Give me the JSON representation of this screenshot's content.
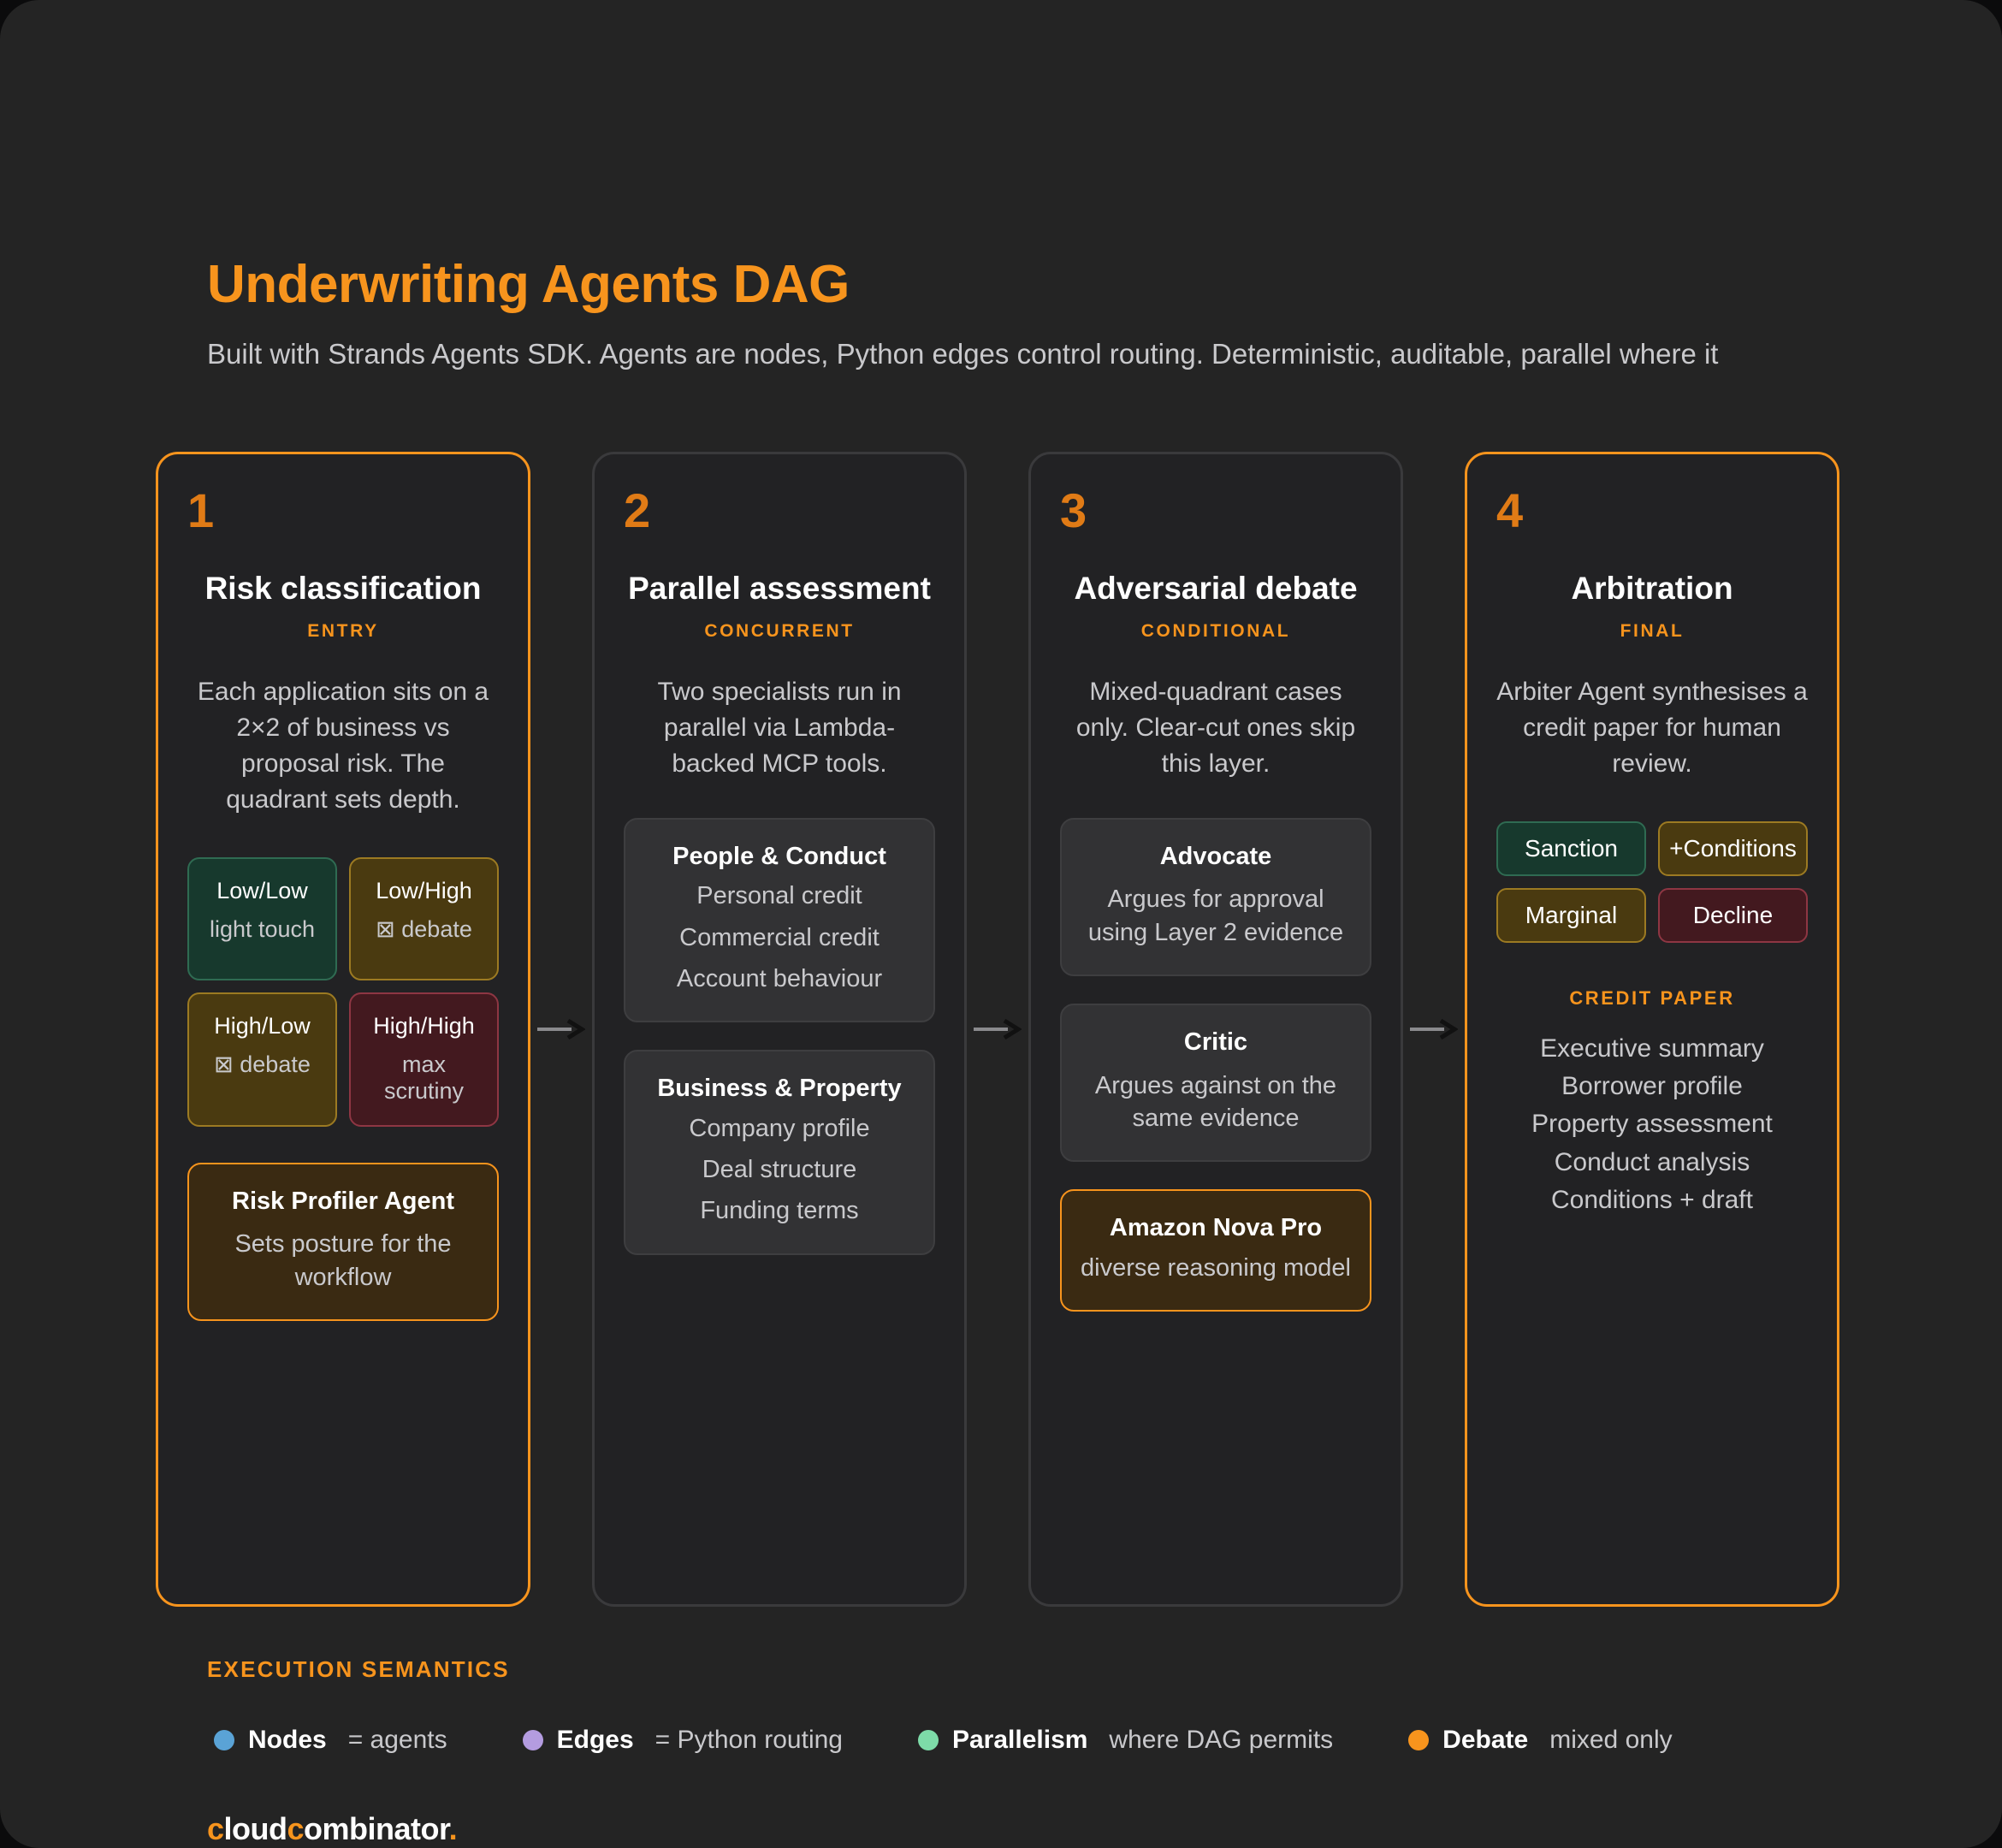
{
  "header": {
    "title": "Underwriting Agents DAG",
    "subtitle": "Built with Strands Agents SDK. Agents are nodes, Python edges control routing. Deterministic, auditable, parallel where it"
  },
  "colors": {
    "accent": "#f7941d",
    "background": "#242424",
    "card": "#323234",
    "green": "#17392d",
    "amber": "#4a3a10",
    "red": "#43191f",
    "node_dot": "#5aa3d6",
    "edge_dot": "#b49ce0",
    "parallel_dot": "#7ddba8",
    "debate_dot": "#f7941d"
  },
  "columns": [
    {
      "number": "1",
      "title": "Risk classification",
      "tag": "ENTRY",
      "description": "Each application sits on a 2×2 of business vs proposal risk. The quadrant sets depth.",
      "quadrants": [
        {
          "name": "Low/Low",
          "sub": "light touch",
          "style": "q-green"
        },
        {
          "name": "Low/High",
          "sub": "⊠ debate",
          "style": "q-amber"
        },
        {
          "name": "High/Low",
          "sub": "⊠ debate",
          "style": "q-olive"
        },
        {
          "name": "High/High",
          "sub": "max scrutiny",
          "style": "q-red"
        }
      ],
      "agent_card": {
        "title": "Risk Profiler Agent",
        "body": "Sets posture for the workflow"
      }
    },
    {
      "number": "2",
      "title": "Parallel assessment",
      "tag": "CONCURRENT",
      "description": "Two specialists run in parallel via Lambda-backed MCP tools.",
      "cards": [
        {
          "title": "People & Conduct",
          "lines": [
            "Personal credit",
            "Commercial credit",
            "Account behaviour"
          ]
        },
        {
          "title": "Business & Property",
          "lines": [
            "Company profile",
            "Deal structure",
            "Funding terms"
          ]
        }
      ]
    },
    {
      "number": "3",
      "title": "Adversarial debate",
      "tag": "CONDITIONAL",
      "description": "Mixed-quadrant cases only. Clear-cut ones skip this layer.",
      "cards": [
        {
          "title": "Advocate",
          "body": "Argues for approval using Layer 2 evidence"
        },
        {
          "title": "Critic",
          "body": "Argues against on the same evidence"
        }
      ],
      "model_card": {
        "title": "Amazon Nova Pro",
        "body": "diverse reasoning model"
      }
    },
    {
      "number": "4",
      "title": "Arbitration",
      "tag": "FINAL",
      "description": "Arbiter Agent synthesises a credit paper for human review.",
      "chips": [
        {
          "label": "Sanction",
          "style": "chip-green"
        },
        {
          "label": "+Conditions",
          "style": "chip-amber"
        },
        {
          "label": "Marginal",
          "style": "chip-olive"
        },
        {
          "label": "Decline",
          "style": "chip-red"
        }
      ],
      "credit_paper_label": "CREDIT PAPER",
      "credit_paper_items": [
        "Executive summary",
        "Borrower profile",
        "Property assessment",
        "Conduct analysis",
        "Conditions + draft"
      ]
    }
  ],
  "legend": {
    "heading": "EXECUTION SEMANTICS",
    "items": [
      {
        "dot": "#5aa3d6",
        "strong": "Nodes",
        "weak": "= agents"
      },
      {
        "dot": "#b49ce0",
        "strong": "Edges",
        "weak": "= Python routing"
      },
      {
        "dot": "#7ddba8",
        "strong": "Parallelism",
        "weak": "where DAG permits"
      },
      {
        "dot": "#f7941d",
        "strong": "Debate",
        "weak": "mixed only"
      }
    ]
  },
  "footer": {
    "brand_parts": [
      {
        "text": "c",
        "accent": true
      },
      {
        "text": "loud",
        "accent": false
      },
      {
        "text": "c",
        "accent": true
      },
      {
        "text": "ombinator",
        "accent": false
      },
      {
        "text": ".",
        "accent": true
      }
    ]
  }
}
